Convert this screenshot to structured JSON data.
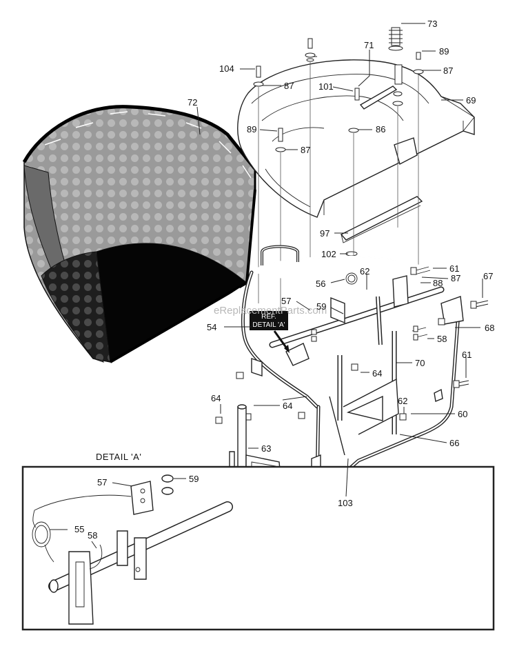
{
  "detail_title": "DETAIL 'A'",
  "ref_note": {
    "line1": "REF.",
    "line2": "DETAIL 'A'"
  },
  "watermark": "eReplacementParts.com",
  "callouts": {
    "c73": "73",
    "c71": "71",
    "c89a": "89",
    "c87a": "87",
    "c104": "104",
    "c87b": "87",
    "c101": "101",
    "c69": "69",
    "c72": "72",
    "c89b": "89",
    "c86": "86",
    "c87c": "87",
    "c97": "97",
    "c102": "102",
    "c61a": "61",
    "c67": "67",
    "c62a": "62",
    "c56": "56",
    "c88": "88",
    "c87d": "87",
    "c57a": "57",
    "c59a": "59",
    "c68": "68",
    "c54": "54",
    "c58a": "58",
    "c70": "70",
    "c64a": "64",
    "c61b": "61",
    "c64b": "64",
    "c64c": "64",
    "c62b": "62",
    "c60": "60",
    "c63": "63",
    "c66": "66",
    "c103": "103",
    "c57b": "57",
    "c59b": "59",
    "c55": "55",
    "c58b": "58"
  },
  "colors": {
    "ink": "#222222",
    "mesh": "#8a8a8a",
    "mesh_dark": "#2a2a2a",
    "label_bg": "#111111"
  }
}
